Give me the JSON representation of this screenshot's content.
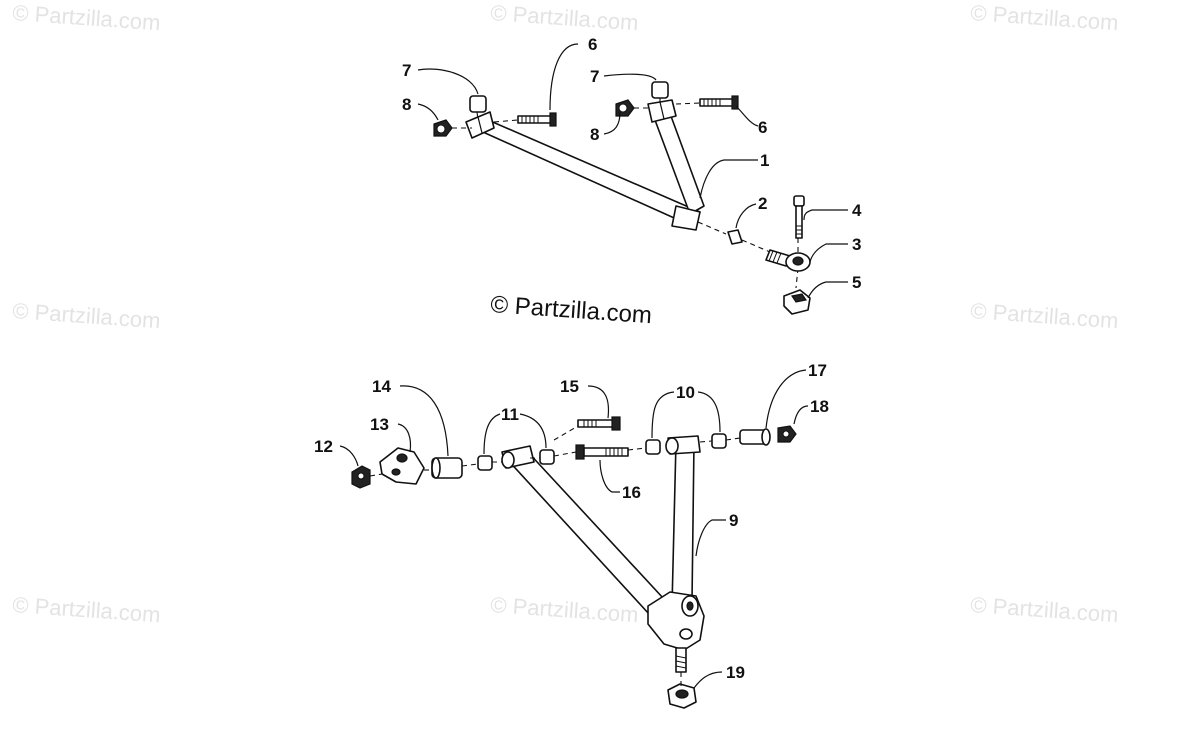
{
  "watermark": {
    "text": "© Partzilla.com",
    "center_text": "© Partzilla.com"
  },
  "callouts": {
    "c1": "1",
    "c2": "2",
    "c3": "3",
    "c4": "4",
    "c5": "5",
    "c6a": "6",
    "c6b": "6",
    "c7a": "7",
    "c7b": "7",
    "c8a": "8",
    "c8b": "8",
    "c9": "9",
    "c10": "10",
    "c11": "11",
    "c12": "12",
    "c13": "13",
    "c14": "14",
    "c15": "15",
    "c16": "16",
    "c17": "17",
    "c18": "18",
    "c19": "19"
  }
}
